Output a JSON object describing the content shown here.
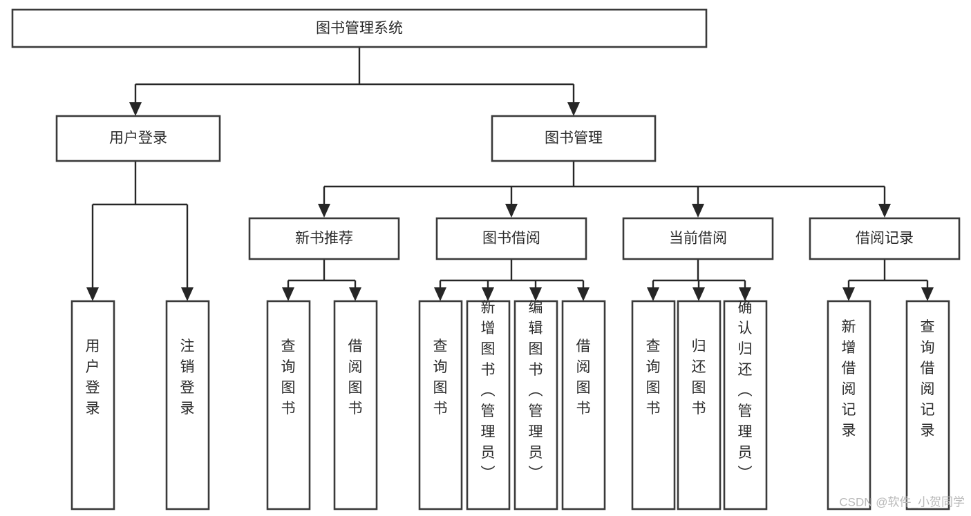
{
  "diagram": {
    "kind": "tree-hierarchy-chart",
    "title": "图书管理系统",
    "colors": {
      "background": "#ffffff",
      "box_stroke": "#3a3a3a",
      "connector": "#262626",
      "label_text": "#2b2b2b",
      "watermark": "#b9b9b9"
    },
    "levels": {
      "root": {
        "label": "图书管理系统"
      },
      "level2": [
        {
          "label": "用户登录"
        },
        {
          "label": "图书管理"
        }
      ],
      "level3": [
        {
          "label": "新书推荐"
        },
        {
          "label": "图书借阅"
        },
        {
          "label": "当前借阅"
        },
        {
          "label": "借阅记录"
        }
      ]
    },
    "leaves": {
      "user_login": [
        {
          "label": "用户登录"
        },
        {
          "label": "注销登录"
        }
      ],
      "new_book_recommend": [
        {
          "label": "查询图书"
        },
        {
          "label": "借阅图书"
        }
      ],
      "book_borrow": [
        {
          "label": "查询图书"
        },
        {
          "label": "新增图书（管理员）"
        },
        {
          "label": "编辑图书（管理员）"
        },
        {
          "label": "借阅图书"
        }
      ],
      "current_borrow": [
        {
          "label": "查询图书"
        },
        {
          "label": "归还图书"
        },
        {
          "label": "确认归还（管理员）"
        }
      ],
      "borrow_record": [
        {
          "label": "新增借阅记录"
        },
        {
          "label": "查询借阅记录"
        }
      ]
    }
  },
  "watermark": {
    "text": "CSDN @软件_小贺同学"
  }
}
